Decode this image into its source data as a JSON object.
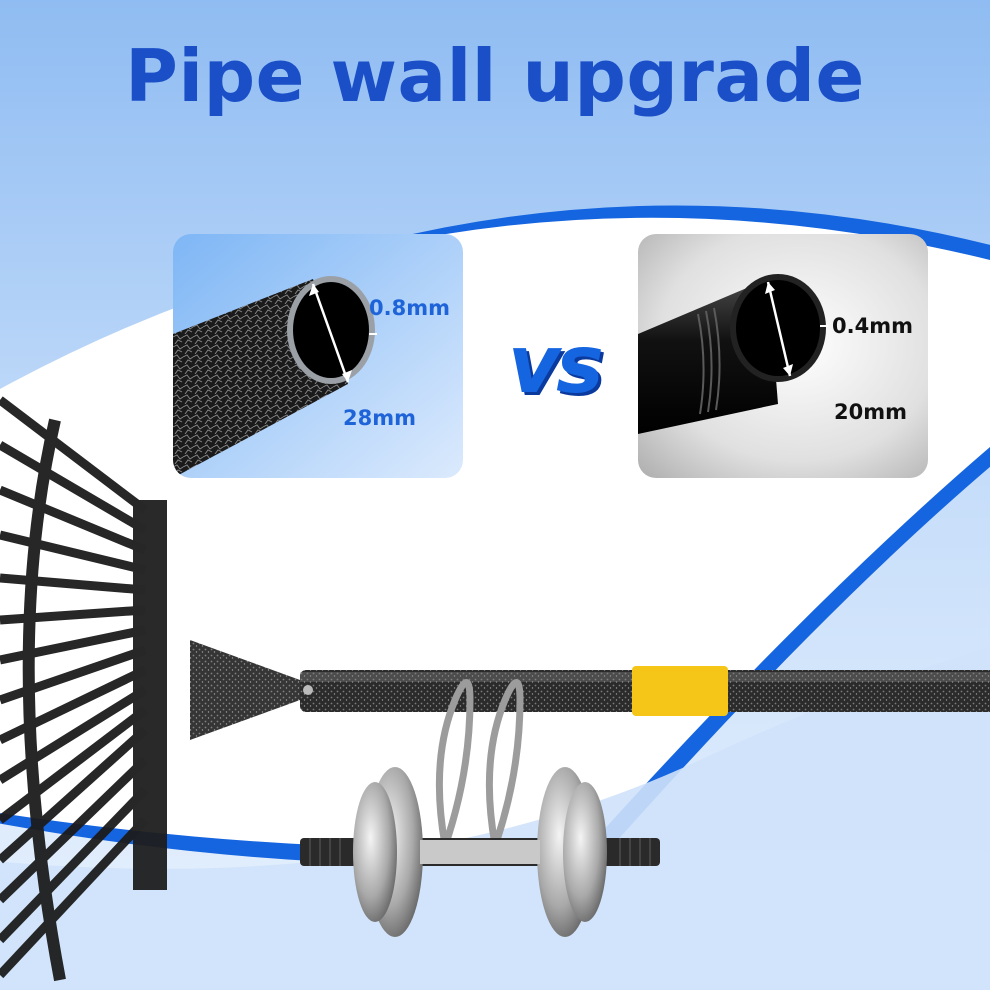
{
  "title": "Pipe wall upgrade",
  "vs_label": "vs",
  "comparison": {
    "left": {
      "thickness": "0.8mm",
      "diameter": "28mm"
    },
    "right": {
      "thickness": "0.4mm",
      "diameter": "20mm"
    }
  },
  "colors": {
    "title": "#1a4fc8",
    "accent_blue": "#1565e0",
    "sky_light": "#dbe9fb",
    "band_yellow": "#f5c518",
    "pipe_dark": "#2a2a2a",
    "label_blue": "#1e63d8",
    "label_dark": "#111111"
  }
}
